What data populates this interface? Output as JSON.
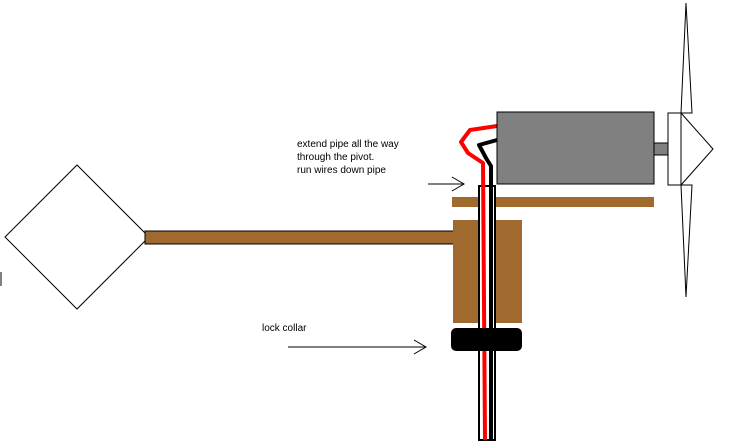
{
  "annotations": {
    "pipe_note": {
      "lines": [
        "extend pipe all the way",
        "through the pivot.",
        "run wires down pipe"
      ]
    },
    "collar_note": {
      "text": "lock collar"
    }
  },
  "colors": {
    "wood": "#a0692e",
    "motor_body": "#808080",
    "wire_red": "#ff0000",
    "wire_black": "#000000",
    "outline": "#000000",
    "background": "#ffffff"
  }
}
